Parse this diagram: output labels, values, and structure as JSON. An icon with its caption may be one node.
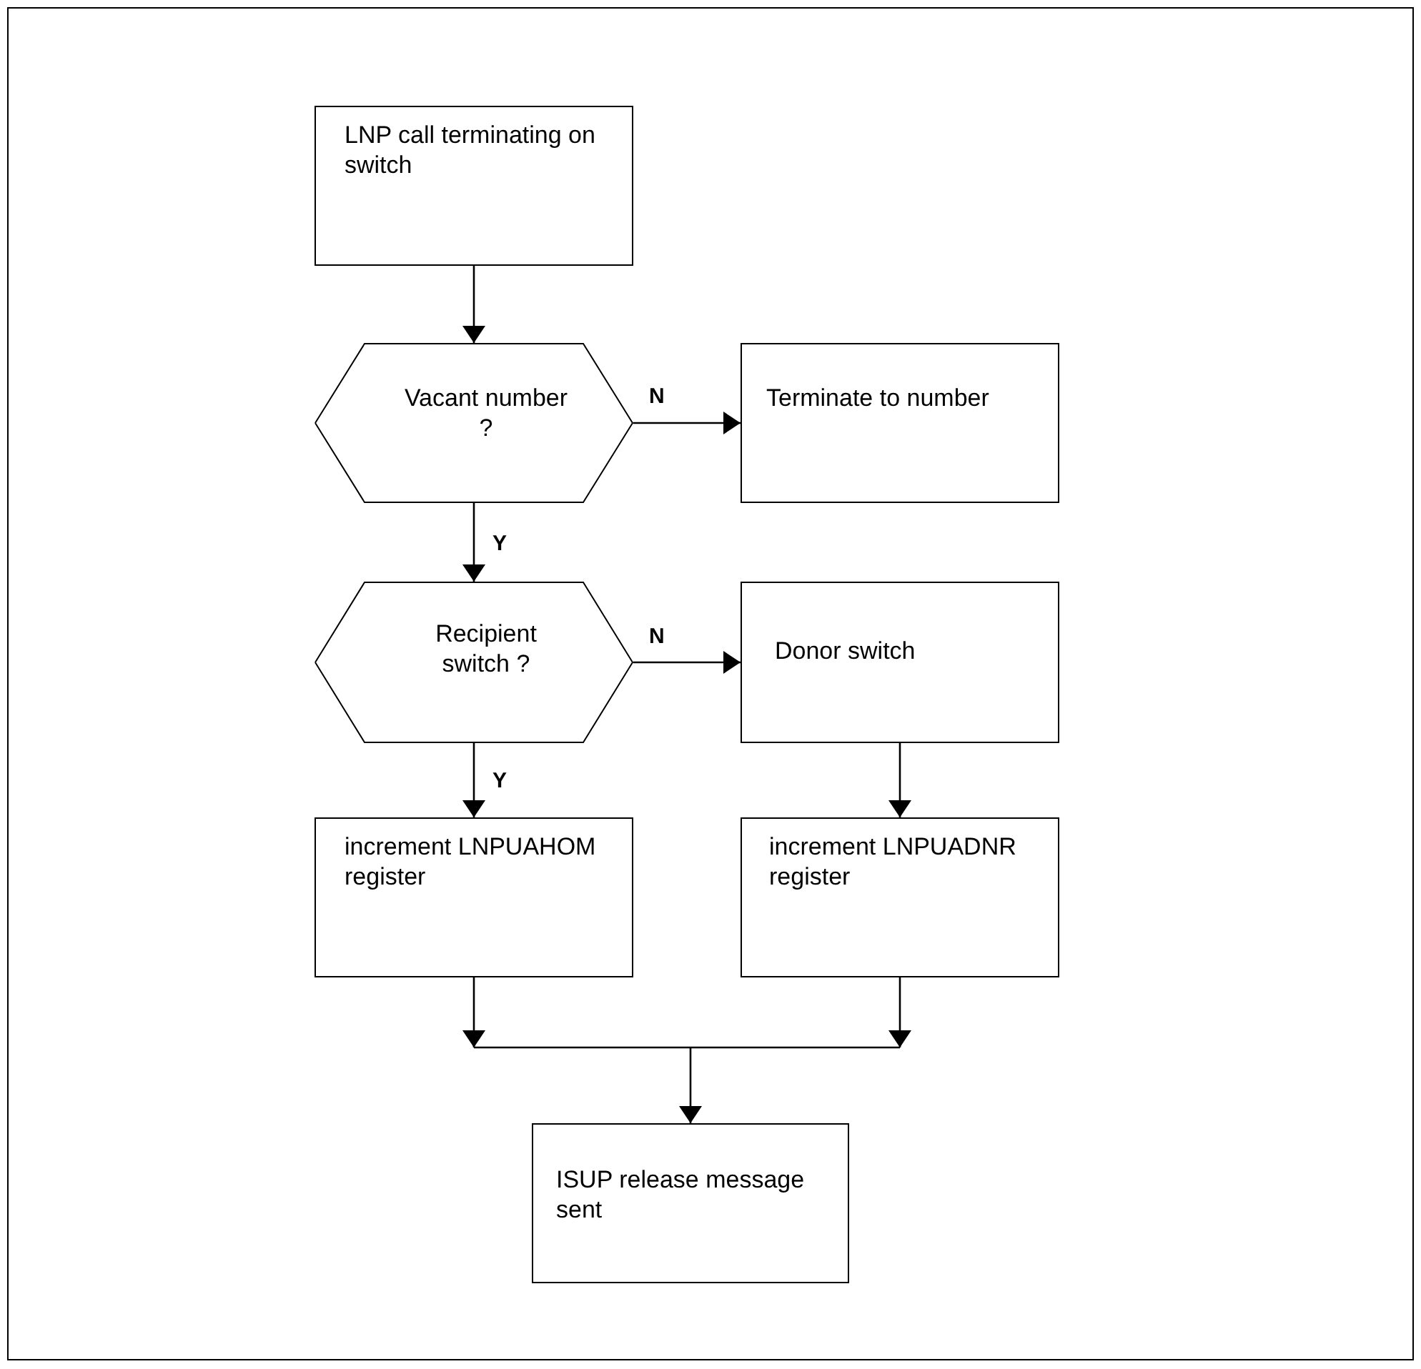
{
  "diagram": {
    "nodes": [
      {
        "text": [
          "LNP call terminating on switch"
        ]
      },
      {
        "text": [
          "Vacant number ?"
        ]
      },
      {
        "text": [
          "Terminate to number"
        ]
      },
      {
        "text": [
          "Recipient switch ?"
        ]
      },
      {
        "text": [
          "Donor switch"
        ]
      },
      {
        "text": [
          "increment LNPUAHOM register"
        ]
      },
      {
        "text": [
          "increment LNPUADNR register"
        ]
      },
      {
        "text": [
          "ISUP release message sent"
        ]
      }
    ],
    "edges": [
      {
        "from": 0,
        "to": 1,
        "arrow": "to"
      },
      {
        "from": 1,
        "to": 2,
        "arrow": "to",
        "label": "N"
      },
      {
        "from": 1,
        "to": 3,
        "arrow": "to",
        "label": "Y"
      },
      {
        "from": 3,
        "to": 4,
        "arrow": "to",
        "label": "N"
      },
      {
        "from": 3,
        "to": 5,
        "arrow": "to",
        "label": "Y"
      },
      {
        "from": 4,
        "to": 6,
        "arrow": "to"
      },
      {
        "from": 5,
        "to": 7,
        "arrow": "to"
      },
      {
        "from": 6,
        "to": 7,
        "arrow": "to"
      }
    ]
  }
}
